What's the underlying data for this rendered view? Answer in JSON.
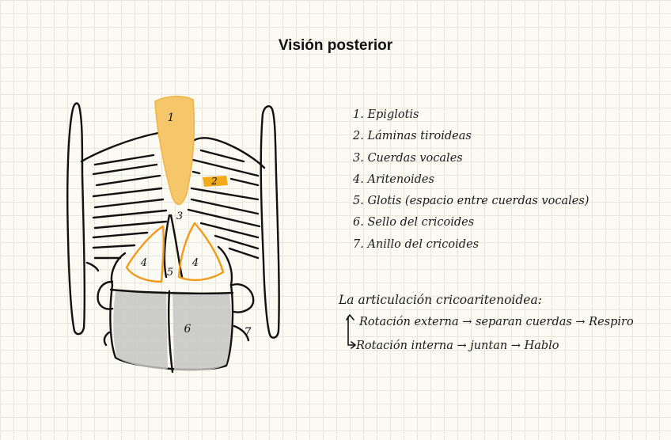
{
  "title": "Visión posterior",
  "diagram_labels": {
    "epiglotis": "1",
    "laminas": "2",
    "cuerdas": "3",
    "aritenoide_izq": "4",
    "aritenoide_der": "4",
    "glotis": "5",
    "sello": "6",
    "anillo": "7"
  },
  "legend": [
    "1. Epiglotis",
    "2. Láminas tiroideas",
    "3. Cuerdas vocales",
    "4. Aritenoides",
    "5. Glotis (espacio entre cuerdas vocales)",
    "6. Sello del cricoides",
    "7. Anillo del cricoides"
  ],
  "notes": {
    "heading": "La articulación cricoaritenoidea:",
    "external": "Rotación externa → separan cuerdas → Respiro",
    "internal": "Rotación interna → juntan → Hablo"
  },
  "colors": {
    "epiglotis_fill": "#f6c66a",
    "label2_fill": "#f2a91a",
    "aritenoide_stroke": "#f39a1a",
    "cricoides_fill": "#c4c4c4",
    "ink": "#111111"
  }
}
